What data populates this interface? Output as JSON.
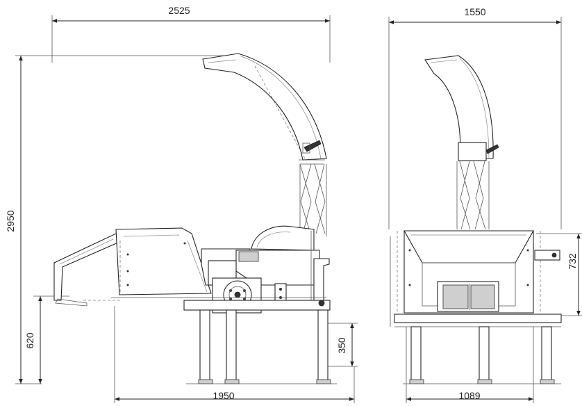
{
  "dimensions": {
    "side_overall_length": "2525",
    "side_total_height": "2950",
    "side_hopper_height": "620",
    "side_ground_clearance": "350",
    "side_wheelbase": "1950",
    "front_overall_width": "1550",
    "front_hopper_height": "732",
    "front_track_width": "1089"
  }
}
